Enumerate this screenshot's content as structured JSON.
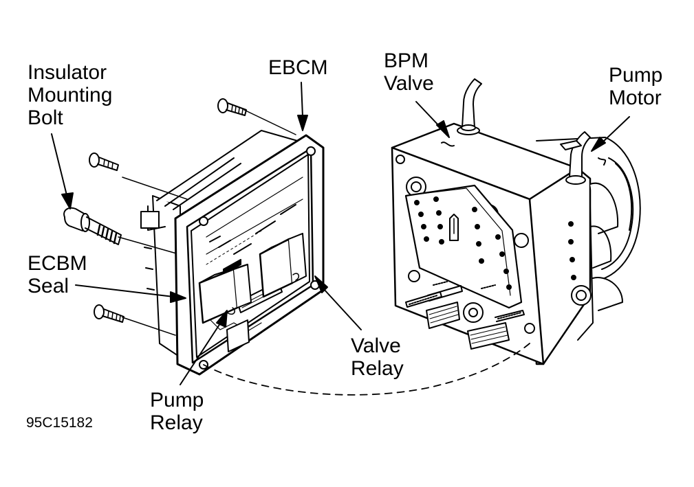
{
  "labels": {
    "insulator": [
      "Insulator",
      "Mounting",
      "Bolt"
    ],
    "ebcm": [
      "EBCM"
    ],
    "bpm_valve": [
      "BPM",
      "Valve"
    ],
    "pump_motor": [
      "Pump",
      "Motor"
    ],
    "ecbm_seal": [
      "ECBM",
      "Seal"
    ],
    "valve_relay": [
      "Valve",
      "Relay"
    ],
    "pump_relay": [
      "Pump",
      "Relay"
    ]
  },
  "figure_code": "95C15182"
}
